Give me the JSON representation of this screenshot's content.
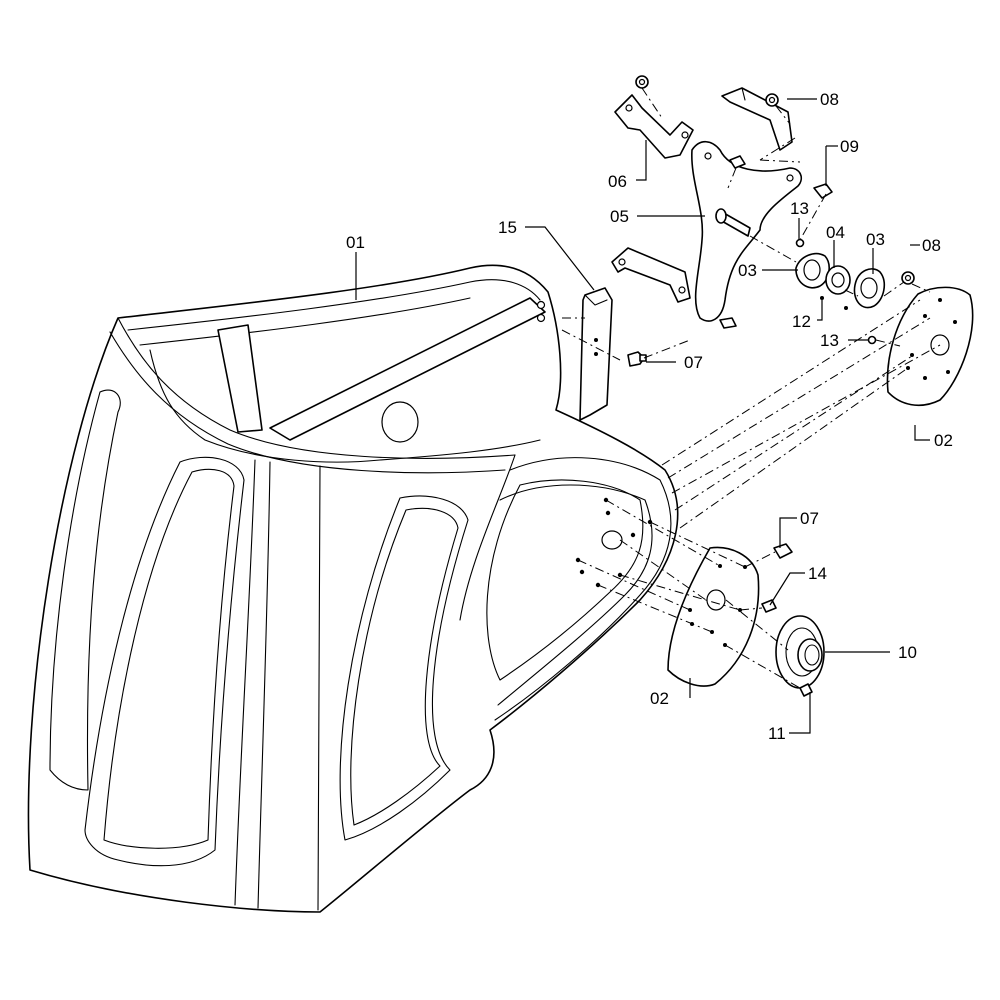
{
  "callouts": {
    "c01": "01",
    "c02_rear": "02",
    "c02_front": "02",
    "c03_left": "03",
    "c03_right": "03",
    "c04": "04",
    "c05": "05",
    "c06": "06",
    "c07_upper": "07",
    "c07_lower": "07",
    "c08_top": "08",
    "c08_mid": "08",
    "c09": "09",
    "c10": "10",
    "c11": "11",
    "c12": "12",
    "c13_upper": "13",
    "c13_lower": "13",
    "c14": "14",
    "c15": "15"
  }
}
